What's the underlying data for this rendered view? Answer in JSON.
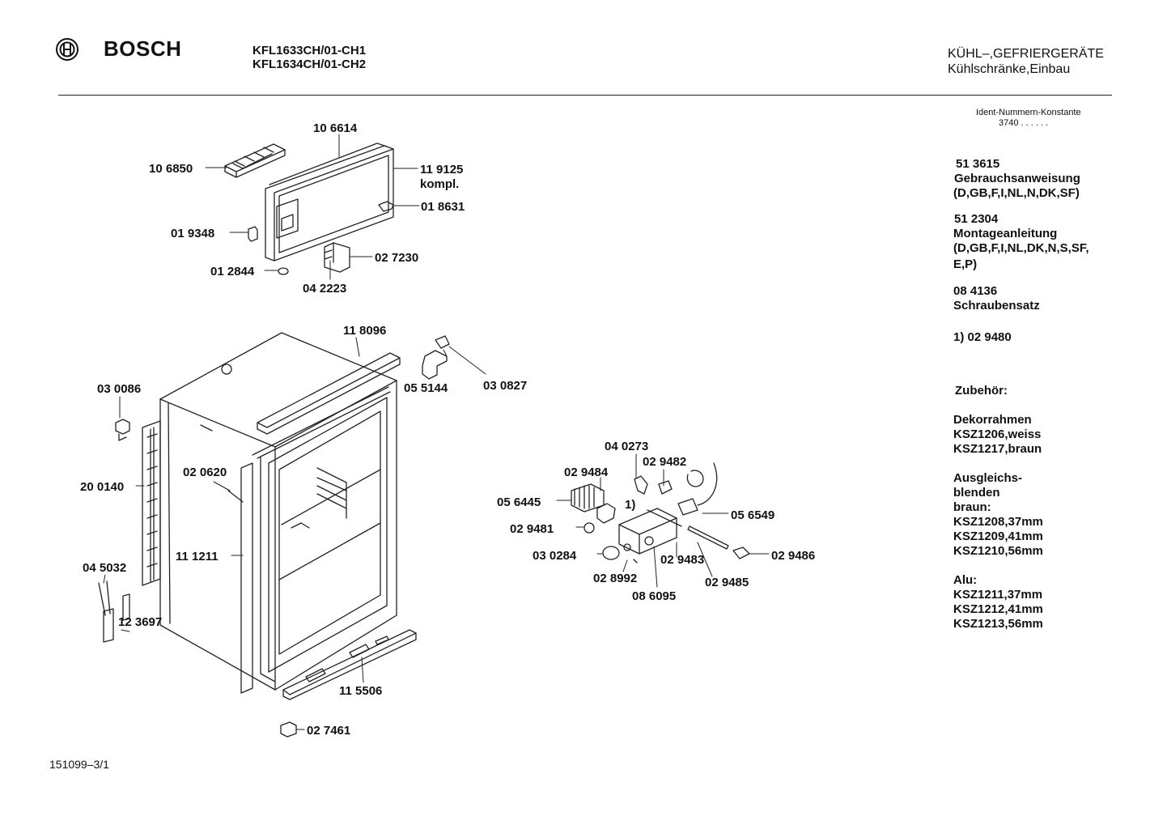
{
  "header": {
    "brand": "BOSCH",
    "models": [
      "KFL1633CH/01-CH1",
      "KFL1634CH/01-CH2"
    ],
    "category": [
      "KÜHL–,GEFRIERGERÄTE",
      "Kühlschränke,Einbau"
    ],
    "ident_label": "Ident-Nummern-Konstante",
    "ident_value": "3740  . .   . . . ."
  },
  "sidebar": {
    "docs": [
      {
        "number": "51 3615",
        "lines": [
          "Gebrauchsanweisung",
          "(D,GB,F,I,NL,N,DK,SF)"
        ]
      },
      {
        "number": "51 2304",
        "lines": [
          "Montageanleitung",
          "(D,GB,F,I,NL,DK,N,S,SF,",
          "E,P)"
        ]
      },
      {
        "number": "08 4136",
        "lines": [
          "Schraubensatz"
        ]
      }
    ],
    "footnote": "1)  02 9480",
    "accessories_title": "Zubehör:",
    "decor": [
      "Dekorrahmen",
      "KSZ1206,weiss",
      "KSZ1217,braun"
    ],
    "blends": [
      "Ausgleichs-",
      "blenden",
      "braun:",
      "KSZ1208,37mm",
      "KSZ1209,41mm",
      "KSZ1210,56mm"
    ],
    "alu": [
      "Alu:",
      "KSZ1211,37mm",
      "KSZ1212,41mm",
      "KSZ1213,56mm"
    ]
  },
  "parts": [
    "10 6614",
    "10 6850",
    "11 9125",
    "kompl.",
    "01 8631",
    "01 9348",
    "02 7230",
    "01 2844",
    "04 2223",
    "11 8096",
    "05 5144",
    "03 0827",
    "03 0086",
    "20 0140",
    "02 0620",
    "11 1211",
    "04 5032",
    "12 3697",
    "11 5506",
    "02 7461",
    "04 0273",
    "02 9482",
    "02 9484",
    "05 6445",
    "1)",
    "05 6549",
    "02 9481",
    "03 0284",
    "02 9483",
    "02 9486",
    "02 8992",
    "02 9485",
    "08 6095"
  ],
  "footer": "151099–3/1"
}
